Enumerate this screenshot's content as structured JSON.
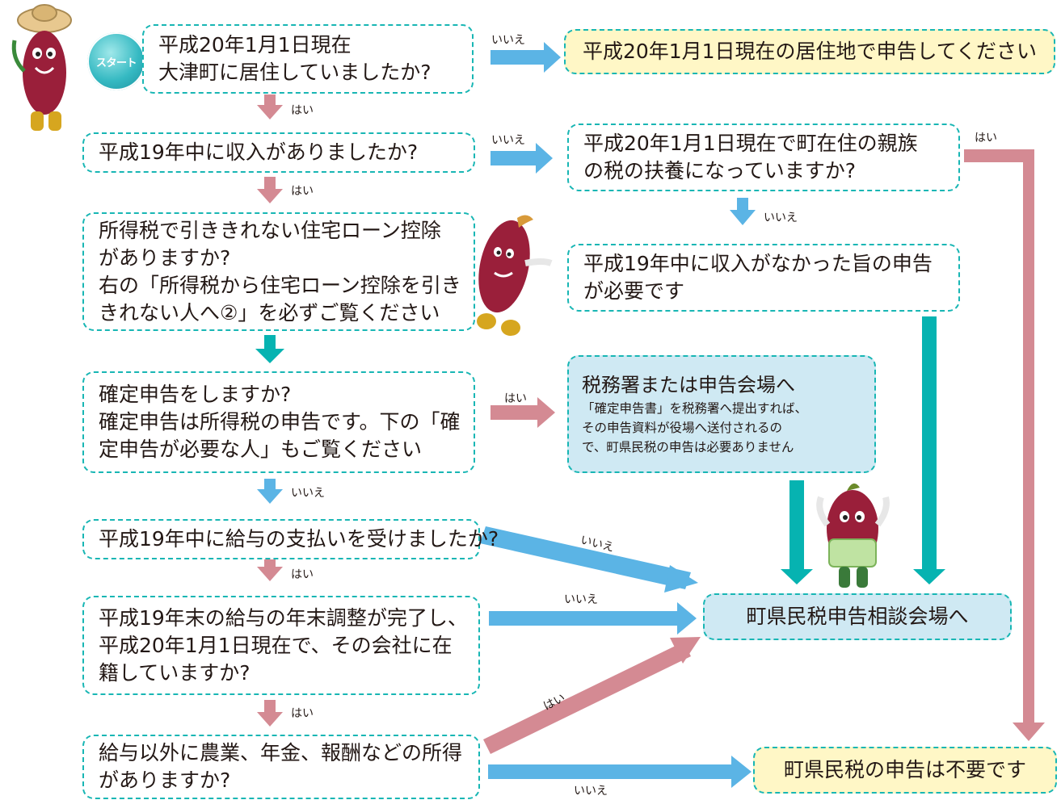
{
  "colors": {
    "teal_border": "#18b6b4",
    "blue_arrow": "#5bb4e5",
    "pink_arrow": "#d48a93",
    "teal_arrow": "#06b3b1",
    "yellow_box": "#fff7c6",
    "blue_box": "#cfe9f3"
  },
  "start_badge": "スタート",
  "yes": "はい",
  "no": "いいえ",
  "nodes": {
    "q1": [
      "平成20年1月1日現在",
      "大津町に居住していましたか?"
    ],
    "r_move": [
      "平成20年1月1日現在の居住地で申告してください"
    ],
    "q2": [
      "平成19年中に収入がありましたか?"
    ],
    "q_dep": [
      "平成20年1月1日現在で町在住の親族",
      "の税の扶養になっていますか?"
    ],
    "q3": [
      "所得税で引ききれない住宅ローン控除",
      "がありますか?",
      "右の「所得税から住宅ローン控除を引き",
      "きれない人へ②」を必ずご覧ください"
    ],
    "r_noincome": [
      "平成19年中に収入がなかった旨の申告",
      "が必要です"
    ],
    "q4": [
      "確定申告をしますか?",
      "確定申告は所得税の申告です。下の「確",
      "定申告が必要な人」もご覧ください"
    ],
    "r_taxoffice": {
      "title": "税務署または申告会場へ",
      "body": [
        "「確定申告書」を税務署へ提出すれば、",
        "その申告資料が役場へ送付されるの",
        "で、町県民税の申告は必要ありません"
      ]
    },
    "q5": [
      "平成19年中に給与の支払いを受けましたか?"
    ],
    "q6": [
      "平成19年末の給与の年末調整が完了し、",
      "平成20年1月1日現在で、その会社に在",
      "籍していますか?"
    ],
    "r_consult": [
      "町県民税申告相談会場へ"
    ],
    "q7": [
      "給与以外に農業、年金、報酬などの所得",
      "がありますか?"
    ],
    "r_notneeded": [
      "町県民税の申告は不要です"
    ]
  }
}
